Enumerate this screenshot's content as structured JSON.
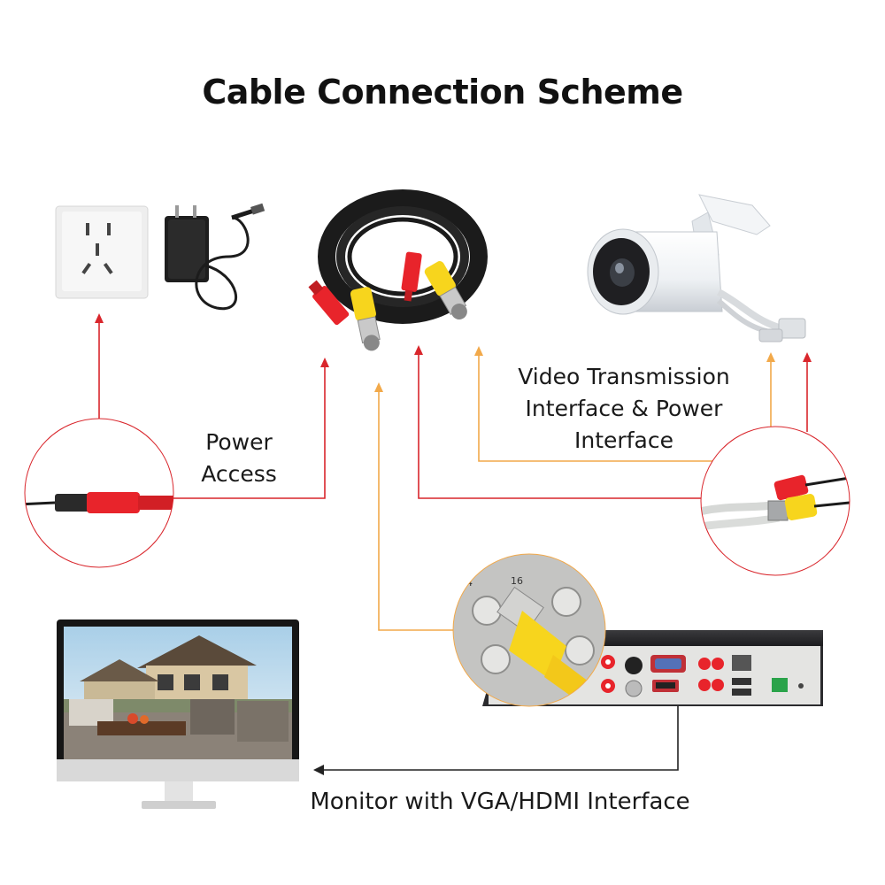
{
  "title": "Cable Connection Scheme",
  "labels": {
    "power_access": [
      "Power",
      "Access"
    ],
    "video_power": [
      "Video Transmission",
      "Interface & Power",
      "Interface"
    ],
    "monitor": "Monitor with VGA/HDMI Interface"
  },
  "colors": {
    "red_line": "#d9262c",
    "orange_line": "#f2a94a",
    "black_line": "#222222",
    "cable_red": "#e8242b",
    "cable_yellow": "#f7d51d",
    "cable_black": "#1b1b1b"
  },
  "icons": {
    "wall_socket": "wall-socket-icon",
    "power_adapter": "power-adapter-icon",
    "cable_coil": "bnc-cable-coil-icon",
    "camera": "bullet-camera-icon",
    "dvr": "dvr-recorder-icon",
    "monitor": "monitor-icon"
  }
}
